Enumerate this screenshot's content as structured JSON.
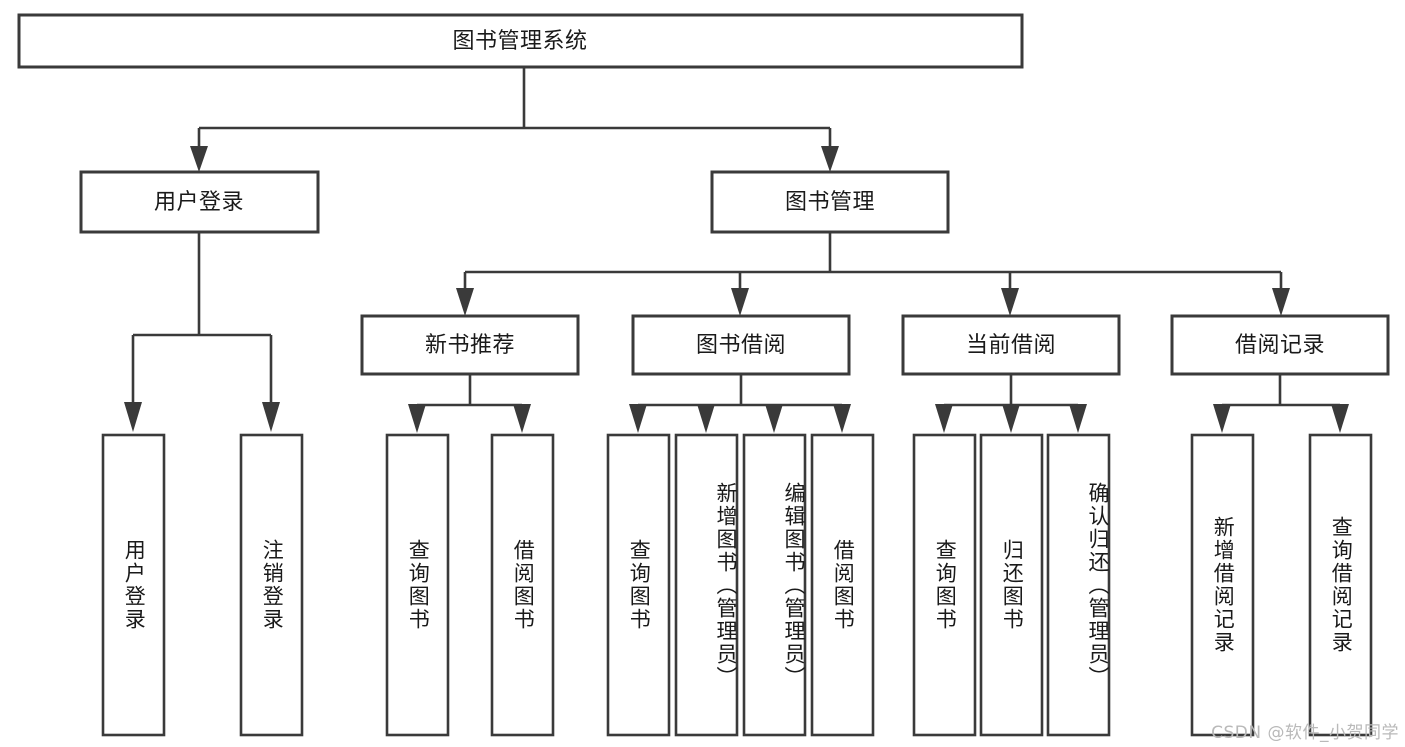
{
  "diagram": {
    "title": "图书管理系统",
    "type": "tree",
    "background_color": "#ffffff",
    "line_color": "#3a3a3a",
    "text_color": "#1a1a1a",
    "root": {
      "id": "root",
      "label": "图书管理系统"
    },
    "level2": [
      {
        "id": "user-login",
        "label": "用户登录"
      },
      {
        "id": "book-manage",
        "label": "图书管理"
      }
    ],
    "level3": [
      {
        "id": "new-book-recommend",
        "label": "新书推荐"
      },
      {
        "id": "book-borrow",
        "label": "图书借阅"
      },
      {
        "id": "current-borrow",
        "label": "当前借阅"
      },
      {
        "id": "borrow-record",
        "label": "借阅记录"
      }
    ],
    "leaves": {
      "user_login": [
        {
          "id": "leaf-user-login",
          "label": "用户登录"
        },
        {
          "id": "leaf-logout-login",
          "label": "注销登录"
        }
      ],
      "new_book_recommend": [
        {
          "id": "leaf-query-book-1",
          "label": "查询图书"
        },
        {
          "id": "leaf-borrow-book-1",
          "label": "借阅图书"
        }
      ],
      "book_borrow": [
        {
          "id": "leaf-query-book-2",
          "label": "查询图书"
        },
        {
          "id": "leaf-add-book",
          "label": "新增图书（管理员）"
        },
        {
          "id": "leaf-edit-book",
          "label": "编辑图书（管理员）"
        },
        {
          "id": "leaf-borrow-book-2",
          "label": "借阅图书"
        }
      ],
      "current_borrow": [
        {
          "id": "leaf-query-book-3",
          "label": "查询图书"
        },
        {
          "id": "leaf-return-book",
          "label": "归还图书"
        },
        {
          "id": "leaf-confirm-return",
          "label": "确认归还（管理员）"
        }
      ],
      "borrow_record": [
        {
          "id": "leaf-add-record",
          "label": "新增借阅记录"
        },
        {
          "id": "leaf-query-record",
          "label": "查询借阅记录"
        }
      ]
    }
  },
  "watermark": {
    "text": "CSDN @软件_小贺同学"
  }
}
